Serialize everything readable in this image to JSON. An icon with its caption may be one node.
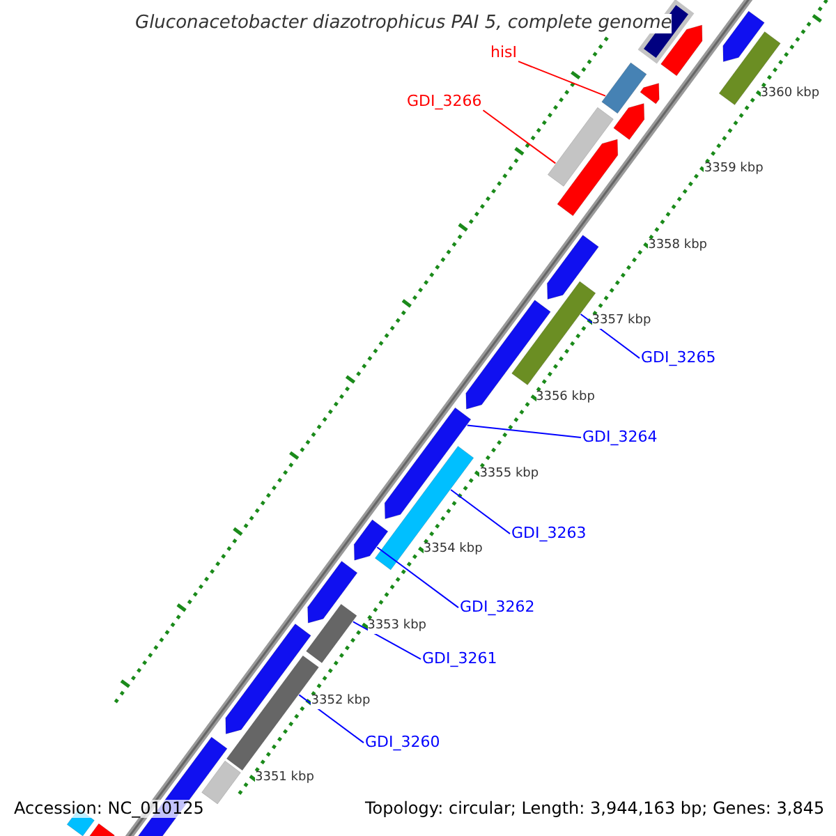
{
  "diagram": {
    "title": "Gluconacetobacter diazotrophicus PAI 5, complete genome",
    "nodes": [
      {
        "text": [
          "hisI"
        ]
      },
      {
        "text": [],
        "shape": "bar"
      },
      {
        "text": [
          "GDI_3266"
        ]
      },
      {
        "text": [],
        "shape": "bar"
      },
      {
        "text": [
          "GDI_3265"
        ]
      },
      {
        "text": [],
        "shape": "bar"
      },
      {
        "text": [
          "GDI_3264"
        ]
      },
      {
        "text": [],
        "shape": "arrow"
      },
      {
        "text": [
          "GDI_3263"
        ]
      },
      {
        "text": [],
        "shape": "bar"
      },
      {
        "text": [
          "GDI_3262"
        ]
      },
      {
        "text": [],
        "shape": "arrow"
      },
      {
        "text": [
          "GDI_3261"
        ]
      },
      {
        "text": [],
        "shape": "bar"
      },
      {
        "text": [
          "GDI_3260"
        ]
      },
      {
        "text": [],
        "shape": "bar"
      },
      {
        "text": [],
        "shape": "arrow"
      },
      {
        "text": [],
        "shape": "bar"
      },
      {
        "text": [],
        "shape": "arrow"
      },
      {
        "text": [],
        "shape": "bar"
      },
      {
        "text": [],
        "shape": "arrow"
      },
      {
        "text": [],
        "shape": "arrow"
      },
      {
        "text": [],
        "shape": "arrow"
      },
      {
        "text": [],
        "shape": "arrow"
      },
      {
        "text": [],
        "shape": "arrow"
      },
      {
        "text": [],
        "shape": "arrow"
      },
      {
        "text": [],
        "shape": "arrow"
      },
      {
        "text": [],
        "shape": "bar"
      },
      {
        "text": [],
        "shape": "bar"
      },
      {
        "text": [],
        "shape": "bar"
      },
      {
        "text": [],
        "shape": "bar"
      }
    ],
    "edges": [
      {
        "from": 0,
        "to": 1,
        "arrow": "none",
        "color": "#ff0000"
      },
      {
        "from": 2,
        "to": 3,
        "arrow": "none",
        "color": "#ff0000"
      },
      {
        "from": 4,
        "to": 5,
        "arrow": "none"
      },
      {
        "from": 6,
        "to": 7,
        "arrow": "none"
      },
      {
        "from": 8,
        "to": 9,
        "arrow": "none"
      },
      {
        "from": 10,
        "to": 11,
        "arrow": "none"
      },
      {
        "from": 12,
        "to": 13,
        "arrow": "none"
      },
      {
        "from": 14,
        "to": 15,
        "arrow": "none"
      }
    ],
    "labels": [
      "3360 kbp",
      "3359 kbp",
      "3358 kbp",
      "3357 kbp",
      "3356 kbp",
      "3355 kbp",
      "3354 kbp",
      "3353 kbp",
      "3352 kbp",
      "3351 kbp",
      "Accession: NC_010125",
      "Topology: circular; Length: 3,944,163 bp; Genes: 3,845"
    ]
  }
}
